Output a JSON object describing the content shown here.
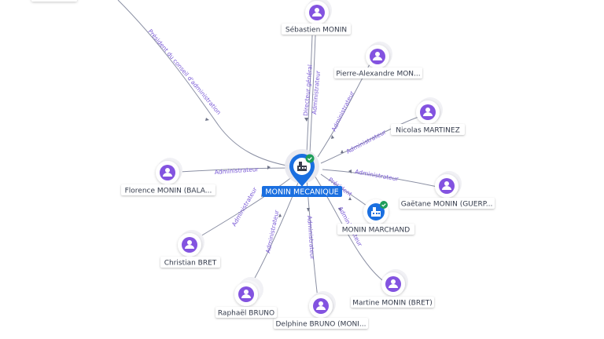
{
  "center": {
    "label": "MONIN MECANIQUE",
    "icon": "company-icon",
    "status_icon": "check-badge-icon"
  },
  "colors": {
    "person": "#8353e0",
    "company": "#1a6fe0",
    "badge": "#1e9e5a",
    "edge": "#8a8fa3",
    "edge_label": "#7a5ad6"
  },
  "nodes": [
    {
      "id": "sebastien",
      "kind": "person",
      "label": "Sébastien MONIN",
      "icon": "person-icon"
    },
    {
      "id": "pierre",
      "kind": "person",
      "label": "Pierre-Alexandre MON...",
      "icon": "person-icon"
    },
    {
      "id": "nicolas",
      "kind": "person",
      "label": "Nicolas MARTINEZ",
      "icon": "person-icon"
    },
    {
      "id": "gaetane",
      "kind": "person",
      "label": "Gaëtane MONIN (GUERP...",
      "icon": "person-icon"
    },
    {
      "id": "marchand",
      "kind": "company",
      "label": "MONIN MARCHAND",
      "icon": "company-icon"
    },
    {
      "id": "martine",
      "kind": "person",
      "label": "Martine MONIN (BRET)",
      "icon": "person-icon"
    },
    {
      "id": "delphine",
      "kind": "person",
      "label": "Delphine BRUNO (MONI...",
      "icon": "person-icon"
    },
    {
      "id": "raphael",
      "kind": "person",
      "label": "Raphaël BRUNO",
      "icon": "person-icon"
    },
    {
      "id": "christian",
      "kind": "person",
      "label": "Christian BRET",
      "icon": "person-icon"
    },
    {
      "id": "florence",
      "kind": "person",
      "label": "Florence MONIN (BALA...",
      "icon": "person-icon"
    }
  ],
  "edges": [
    {
      "id": "e-top",
      "to": "offscreen-top-left",
      "labels": [
        "Président du conseil d'administration"
      ]
    },
    {
      "id": "e-sebastien",
      "to": "sebastien",
      "labels": [
        "Directeur général",
        "Administrateur"
      ]
    },
    {
      "id": "e-pierre",
      "to": "pierre",
      "labels": [
        "Administrateur"
      ]
    },
    {
      "id": "e-nicolas",
      "to": "nicolas",
      "labels": [
        "Administrateur"
      ]
    },
    {
      "id": "e-gaetane",
      "to": "gaetane",
      "labels": [
        "Administrateur"
      ]
    },
    {
      "id": "e-marchand",
      "to": "marchand",
      "labels": [
        "Président"
      ]
    },
    {
      "id": "e-martine",
      "to": "martine",
      "labels": [
        "Administrateur"
      ]
    },
    {
      "id": "e-delphine",
      "to": "delphine",
      "labels": [
        "Administrateur"
      ]
    },
    {
      "id": "e-raphael",
      "to": "raphael",
      "labels": [
        "Administrateur"
      ]
    },
    {
      "id": "e-christian",
      "to": "christian",
      "labels": [
        "Administrateur"
      ]
    },
    {
      "id": "e-florence",
      "to": "florence",
      "labels": [
        "Administrateur"
      ]
    }
  ]
}
